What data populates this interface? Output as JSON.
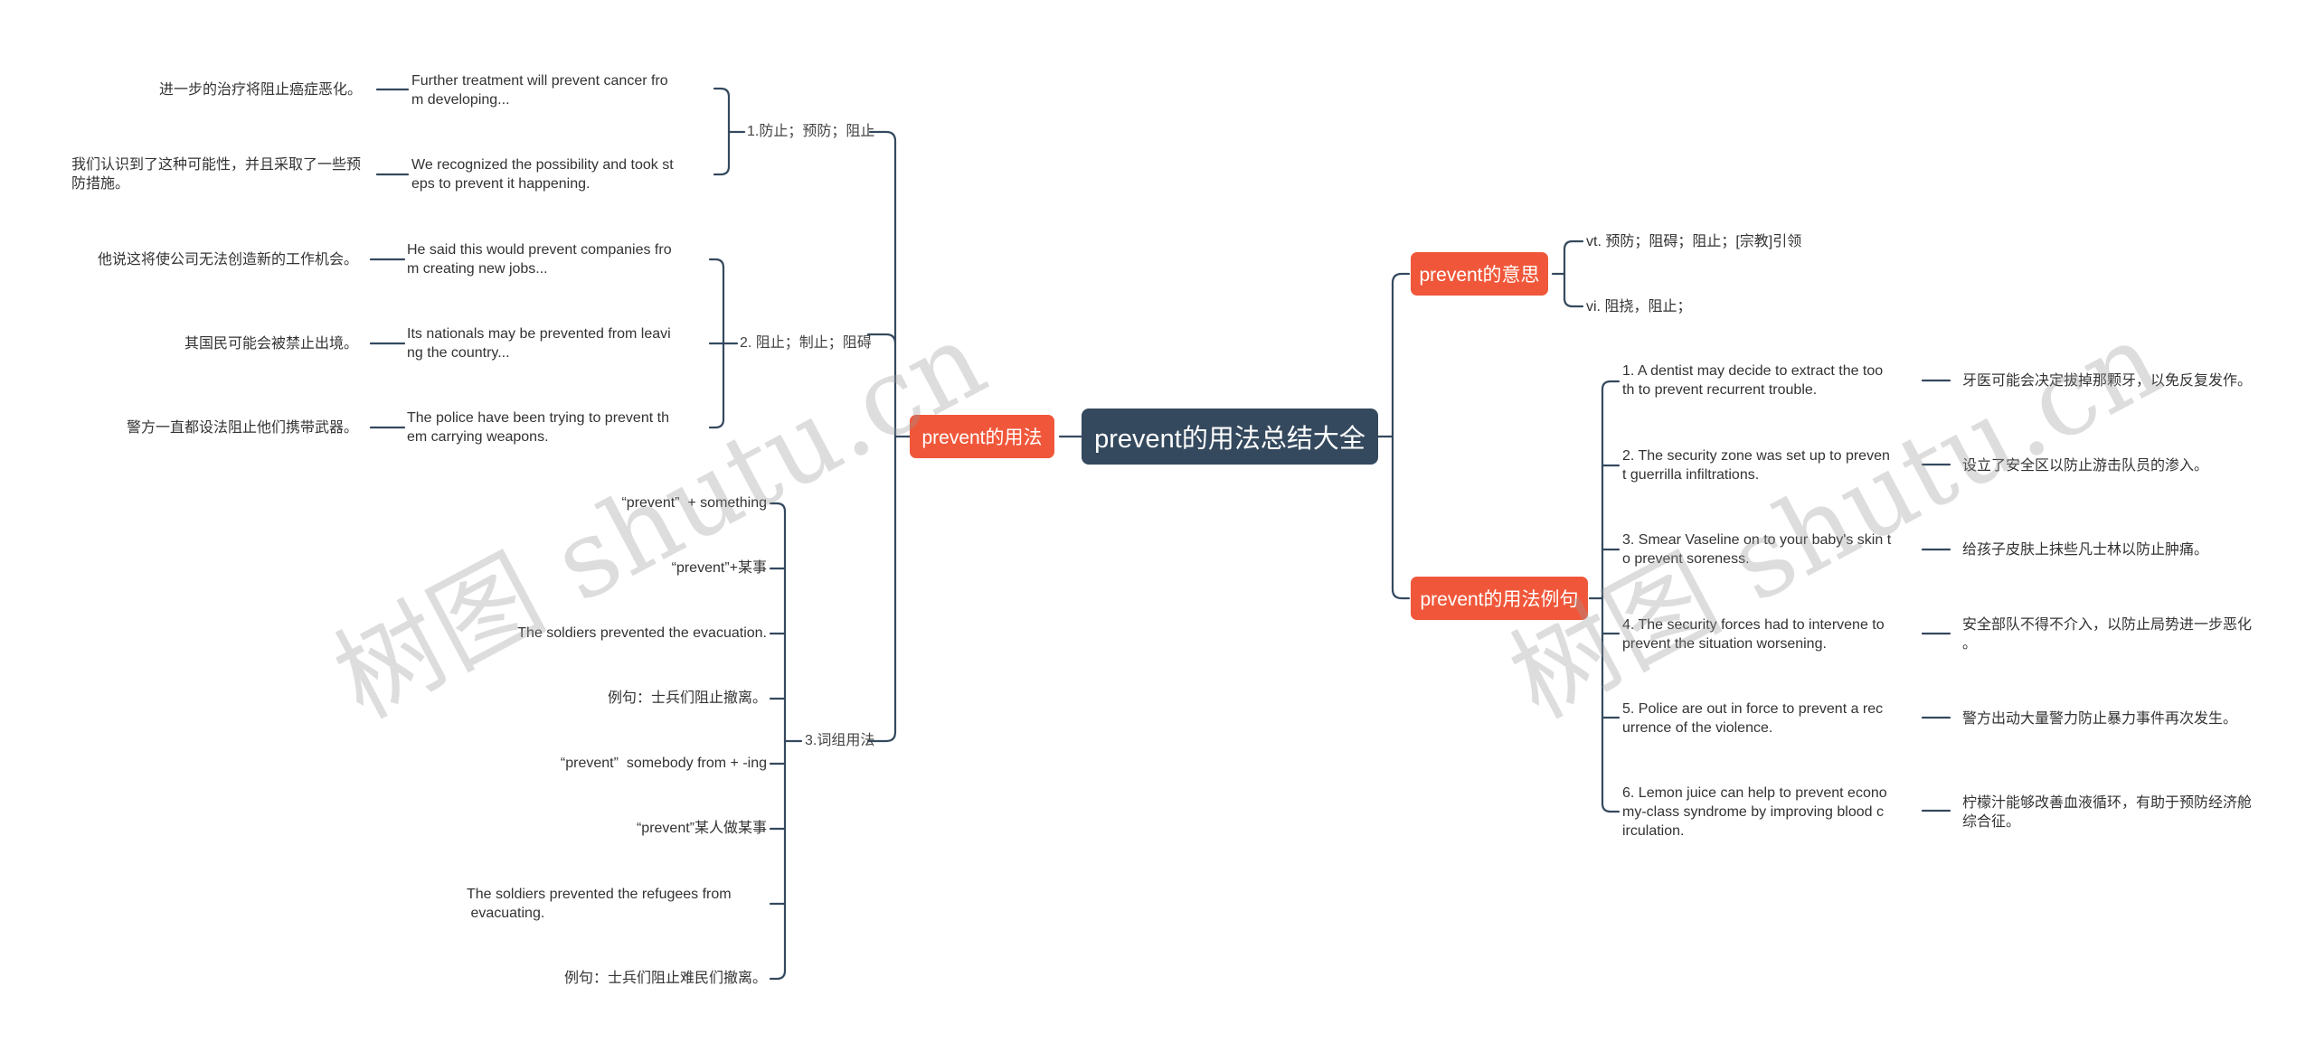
{
  "root": "prevent的用法总结大全",
  "left": {
    "usage": {
      "label": "prevent的用法",
      "s1": {
        "label": "1.防止；预防；阻止",
        "items": [
          {
            "en": "Further treatment will prevent cancer fro\nm developing...",
            "zh": "进一步的治疗将阻止癌症恶化。"
          },
          {
            "en": "We recognized the possibility and took st\neps to prevent it happening.",
            "zh": "我们认识到了这种可能性，并且采取了一些预\n防措施。"
          }
        ]
      },
      "s2": {
        "label": "2. 阻止；制止；阻碍",
        "items": [
          {
            "en": "He said this would prevent companies fro\nm creating new jobs...",
            "zh": "他说这将使公司无法创造新的工作机会。"
          },
          {
            "en": "Its nationals may be prevented from leavi\nng the country...",
            "zh": "其国民可能会被禁止出境。"
          },
          {
            "en": "The police have been trying to prevent th\nem carrying weapons.",
            "zh": "警方一直都设法阻止他们携带武器。"
          }
        ]
      },
      "s3": {
        "label": "3.词组用法",
        "items": [
          "“prevent”  + something",
          "“prevent”+某事",
          "The soldiers prevented the evacuation.",
          "例句：士兵们阻止撤离。",
          "“prevent”  somebody from + -ing",
          "“prevent”某人做某事",
          "The soldiers prevented the refugees from\n evacuating.",
          "例句：士兵们阻止难民们撤离。"
        ]
      }
    }
  },
  "right": {
    "meaning": {
      "label": "prevent的意思",
      "items": [
        "vt. 预防；阻碍；阻止；[宗教]引领",
        "vi. 阻挠，阻止；"
      ]
    },
    "examples": {
      "label": "prevent的用法例句",
      "items": [
        {
          "en": "1. A dentist may decide to extract the too\nth to prevent recurrent trouble.",
          "zh": "牙医可能会决定拔掉那颗牙，以免反复发作。"
        },
        {
          "en": "2. The security zone was set up to preven\nt guerrilla infiltrations.",
          "zh": "设立了安全区以防止游击队员的渗入。"
        },
        {
          "en": "3. Smear Vaseline on to your baby's skin t\no prevent soreness.",
          "zh": "给孩子皮肤上抹些凡士林以防止肿痛。"
        },
        {
          "en": "4. The security forces had to intervene to\nprevent the situation worsening.",
          "zh": "安全部队不得不介入，以防止局势进一步恶化\n。"
        },
        {
          "en": "5. Police are out in force to prevent a rec\nurrence of the violence.",
          "zh": "警方出动大量警力防止暴力事件再次发生。"
        },
        {
          "en": "6. Lemon juice can help to prevent econo\nmy-class syndrome by improving blood c\nirculation.",
          "zh": "柠檬汁能够改善血液循环，有助于预防经济舱\n综合征。"
        }
      ]
    }
  },
  "watermarks": [
    "树图 shutu.cn",
    "树图 shutu.cn"
  ],
  "colors": {
    "root": "#34495e",
    "branch": "#f0573a",
    "line": "#34495e"
  }
}
